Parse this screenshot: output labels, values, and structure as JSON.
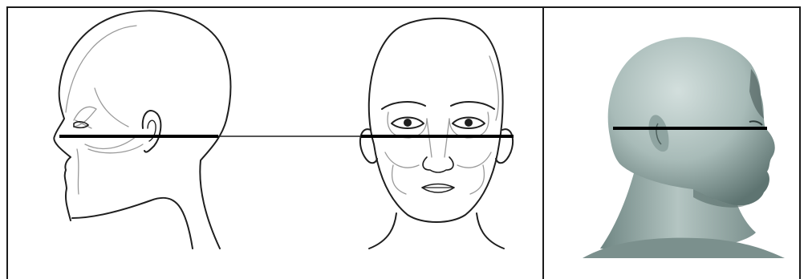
{
  "figure": {
    "panels": [
      {
        "id": "line-drawing",
        "views": [
          "profile",
          "frontal"
        ]
      },
      {
        "id": "3d-scan",
        "views": [
          "profile"
        ]
      }
    ],
    "colors": {
      "outline": "#1f1f1f",
      "inner_contours": "#9a9a9a",
      "reference_line": "#000000",
      "scan_skin_light": "#c8d6d4",
      "scan_skin_dark": "#5e7471"
    }
  }
}
